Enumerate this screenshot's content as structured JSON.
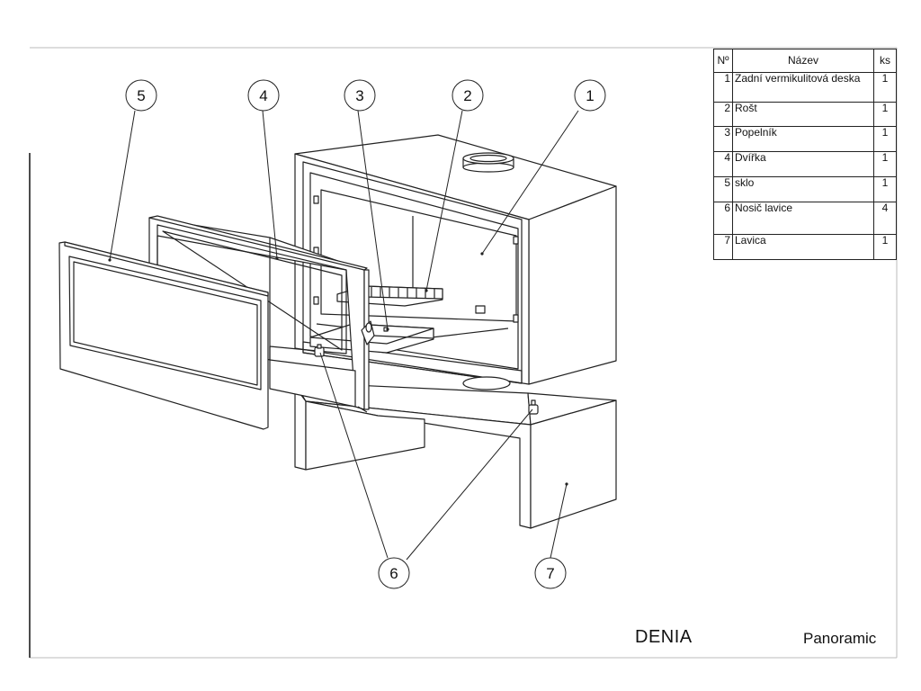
{
  "parts_table": {
    "headers": {
      "no": "Nº",
      "name": "Název",
      "qty": "ks"
    },
    "rows": [
      {
        "no": "1",
        "name": "Zadní vermikulitová deska",
        "qty": "1"
      },
      {
        "no": "2",
        "name": "Rošt",
        "qty": "1"
      },
      {
        "no": "3",
        "name": "Popelník",
        "qty": "1"
      },
      {
        "no": "4",
        "name": "Dvířka",
        "qty": "1"
      },
      {
        "no": "5",
        "name": "sklo",
        "qty": "1"
      },
      {
        "no": "6",
        "name": "Nosič lavice",
        "qty": "4"
      },
      {
        "no": "7",
        "name": "Lavica",
        "qty": "1"
      }
    ]
  },
  "callouts": [
    "1",
    "2",
    "3",
    "4",
    "5",
    "6",
    "7"
  ],
  "title_block": {
    "model": "DENIA",
    "variant": "Panoramic"
  }
}
